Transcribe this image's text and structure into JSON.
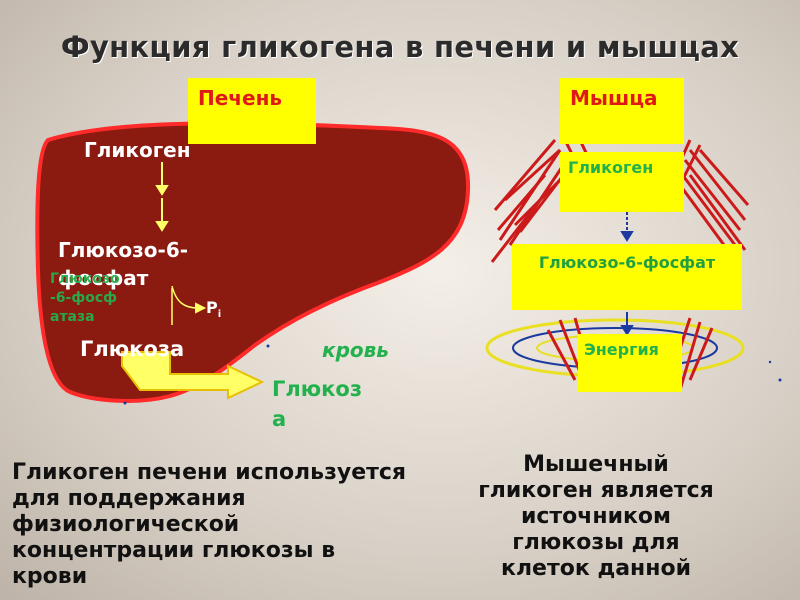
{
  "title": "Функция гликогена в печени и мышцах",
  "liver": {
    "box_label": "Печень",
    "glycogen": "Гликоген",
    "g6p": "Глюкозо-6-фосфат",
    "pi": "P",
    "pi_sub": "i",
    "enzyme": "Глюкозо-6-фосфатаза",
    "glucose": "Глюкоза",
    "blood": "кровь",
    "glucose_out": "Глюкоза"
  },
  "muscle": {
    "box_label": "Мышца",
    "glycogen": "Гликоген",
    "g6p": "Глюкозо-6-фосфат",
    "energy": "Энергия"
  },
  "captions": {
    "liver_text": "Гликоген печени используется для поддержания физиологической концентрации глюкозы в крови",
    "muscle_text": "Мышечный гликоген является источником глюкозы для клеток данной"
  },
  "colors": {
    "liver": "#8b1a10",
    "box": "#ffff00",
    "arrow": "#ffff66",
    "muscle_lines": "#cc1a1a"
  }
}
